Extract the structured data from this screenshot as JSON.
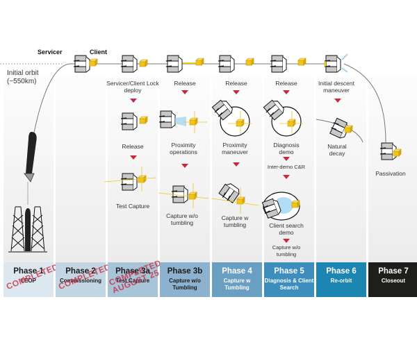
{
  "orbit": {
    "servicer_label": "Servicer",
    "client_label": "Client",
    "initial_orbit_label": "Initial orbit",
    "initial_orbit_altitude": "(~550km)"
  },
  "steps": {
    "col3": {
      "top": "Servicer/Client Lock deploy",
      "mid": "Release",
      "bottom": "Test Capture"
    },
    "col4": {
      "top": "Release",
      "mid": "Proximity operations",
      "bottom": "Capture w/o tumbling"
    },
    "col5": {
      "top": "Release",
      "mid": "Proximity maneuver",
      "bottom": "Capture w tumbling"
    },
    "col6": {
      "top": "Release",
      "mid": "Diagnosis demo",
      "inter": "Inter-demo C&R",
      "bottom": "Client search demo",
      "last": "Capture w/o tumbling"
    },
    "col7": {
      "top": "Initial descent maneuver",
      "mid": "Natural decay"
    },
    "col8": {
      "mid": "Passivation"
    }
  },
  "phases": [
    {
      "title": "Phase 1",
      "subtitle": "LEOP",
      "bg": "#dde7ef",
      "fg": "#1a1a1a",
      "stamp": "COMPLETED"
    },
    {
      "title": "Phase 2",
      "subtitle": "Commissioning",
      "bg": "#c3d6e4",
      "fg": "#1a1a1a",
      "stamp": "COMPLETED"
    },
    {
      "title": "Phase 3a",
      "subtitle": "Test Capture",
      "bg": "#a8c4d9",
      "fg": "#1a1a1a",
      "stamp": "COMPLETED AUGUST 25"
    },
    {
      "title": "Phase 3b",
      "subtitle": "Capture w/o Tumbling",
      "bg": "#8db2cf",
      "fg": "#1a1a1a",
      "stamp": ""
    },
    {
      "title": "Phase 4",
      "subtitle": "Capture w Tumbling",
      "bg": "#6a9fc4",
      "fg": "#ffffff",
      "stamp": ""
    },
    {
      "title": "Phase 5",
      "subtitle": "Diagnosis & Client Search",
      "bg": "#3d8dbd",
      "fg": "#ffffff",
      "stamp": ""
    },
    {
      "title": "Phase 6",
      "subtitle": "Re-orbit",
      "bg": "#1d85b2",
      "fg": "#ffffff",
      "stamp": ""
    },
    {
      "title": "Phase 7",
      "subtitle": "Closeout",
      "bg": "#1e1e1a",
      "fg": "#ffffff",
      "stamp": ""
    }
  ],
  "colors": {
    "accent_arrow": "#c8283c",
    "client_cube": "#f0c419",
    "orbit_line": "#777777"
  }
}
